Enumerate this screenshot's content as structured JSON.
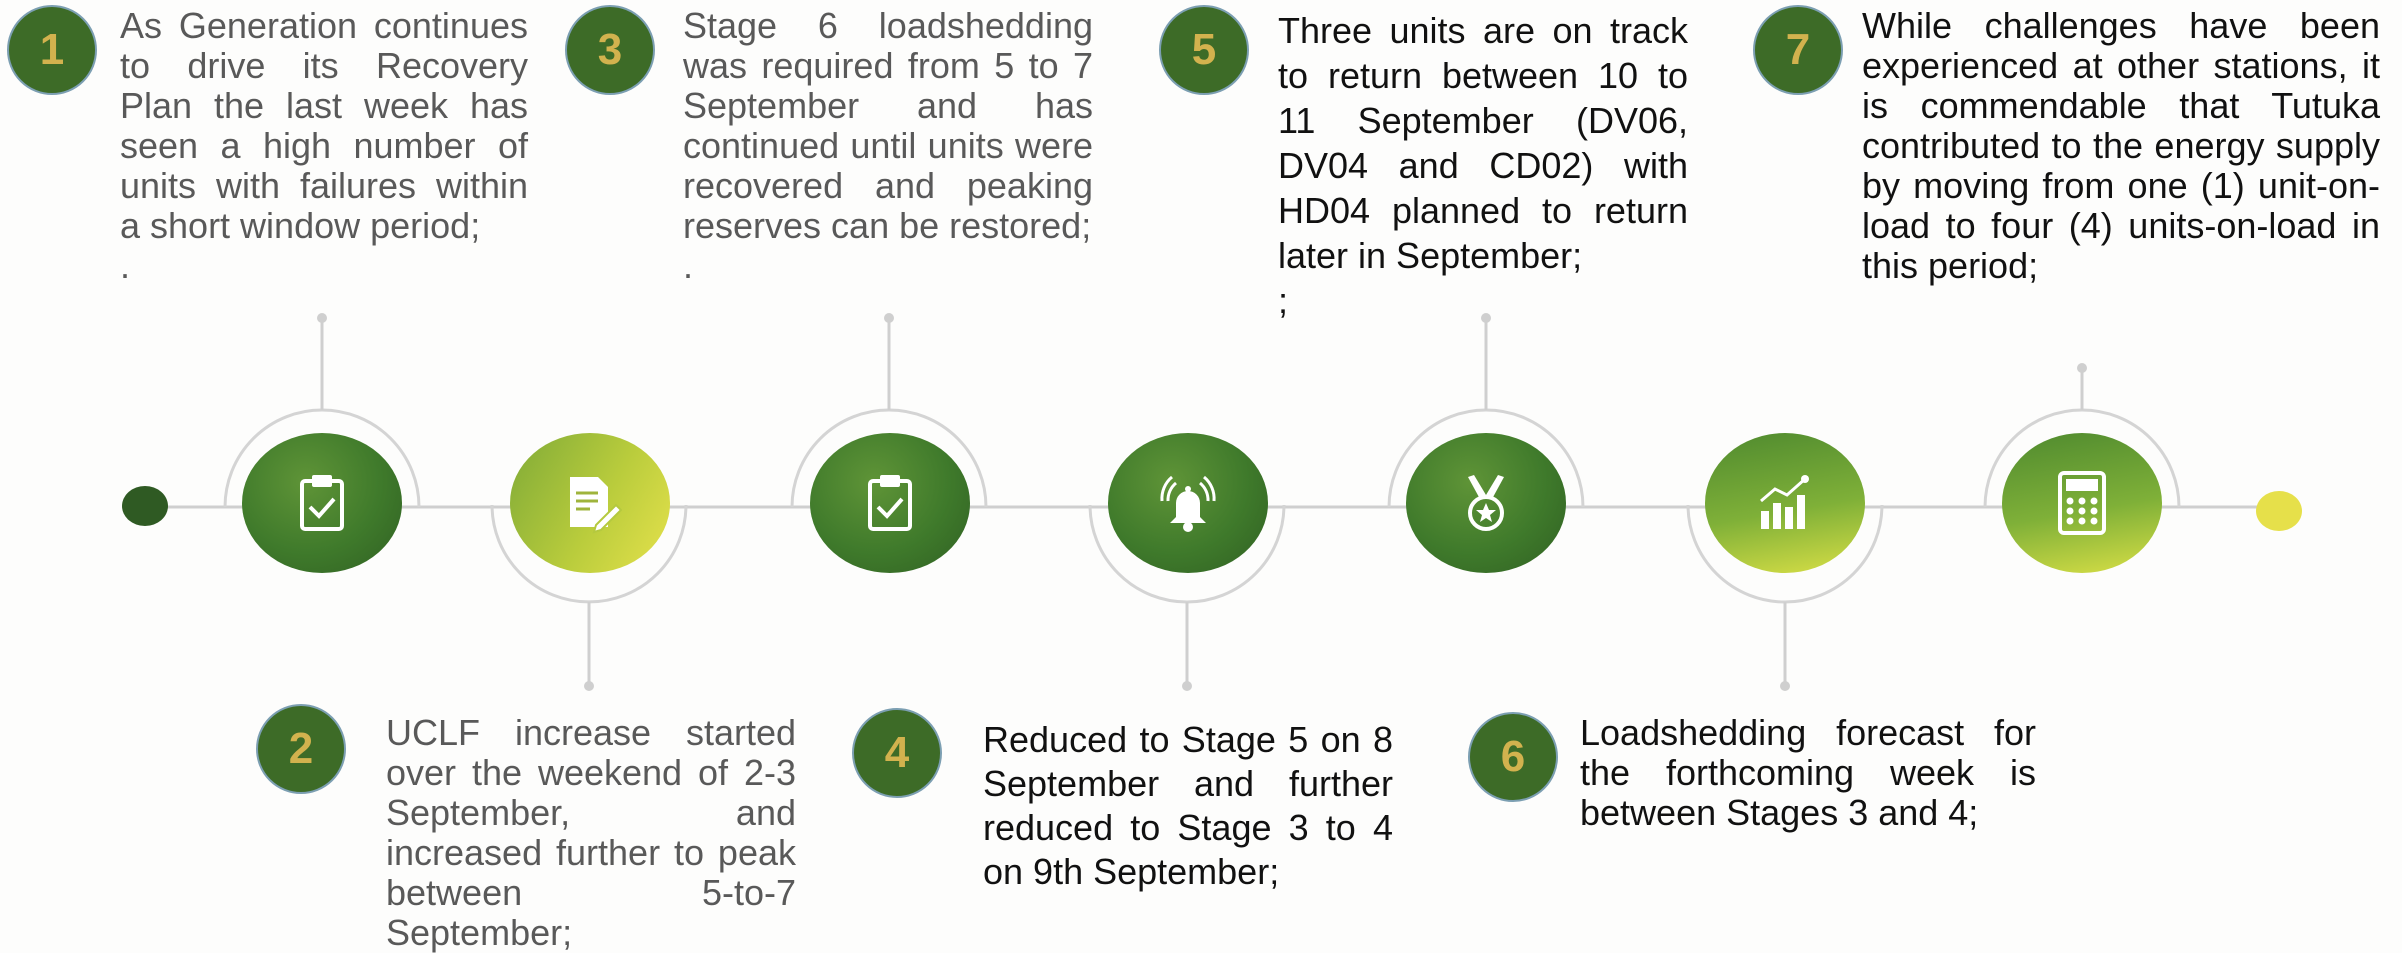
{
  "steps": [
    {
      "number": "1",
      "paragraph": "As Generation continues to drive its Recovery Plan the last week has seen a high number of units with failures within a short window period;",
      "tail": ".",
      "icon": "clipboard-check-icon"
    },
    {
      "number": "2",
      "paragraph": "UCLF increase started over the weekend of 2-3 September, and increased further to peak between 5-to-7 September;",
      "tail": "",
      "icon": "document-edit-icon"
    },
    {
      "number": "3",
      "paragraph": "Stage 6 loadshedding was required from 5 to 7 September and has continued until units were recovered and peaking reserves can be restored;",
      "tail": ".",
      "icon": "clipboard-check-icon"
    },
    {
      "number": "4",
      "paragraph": "Reduced to Stage 5 on 8 September and further reduced to Stage 3 to 4 on 9th September;",
      "tail": "",
      "icon": "alarm-bell-icon"
    },
    {
      "number": "5",
      "paragraph": "Three units are on track to return between 10 to 11 September (DV06, DV04 and CD02) with HD04 planned to return later in September;",
      "tail": ";",
      "icon": "medal-icon"
    },
    {
      "number": "6",
      "paragraph": "Loadshedding forecast for the forthcoming week is between Stages 3 and 4;",
      "tail": "",
      "icon": "growth-chart-icon"
    },
    {
      "number": "7",
      "paragraph": "While challenges have been experienced at other stations, it is commendable that Tutuka contributed to the energy supply by moving from one (1) unit-on-load to four (4) units-on-load in this period;",
      "tail": "",
      "icon": "calculator-icon"
    }
  ],
  "colors": {
    "dark_green": "#3d6b27",
    "badge_number": "#d2b24e",
    "yellow": "#e6e24c",
    "connector": "#cfcfcf",
    "gray_text": "#595959"
  }
}
